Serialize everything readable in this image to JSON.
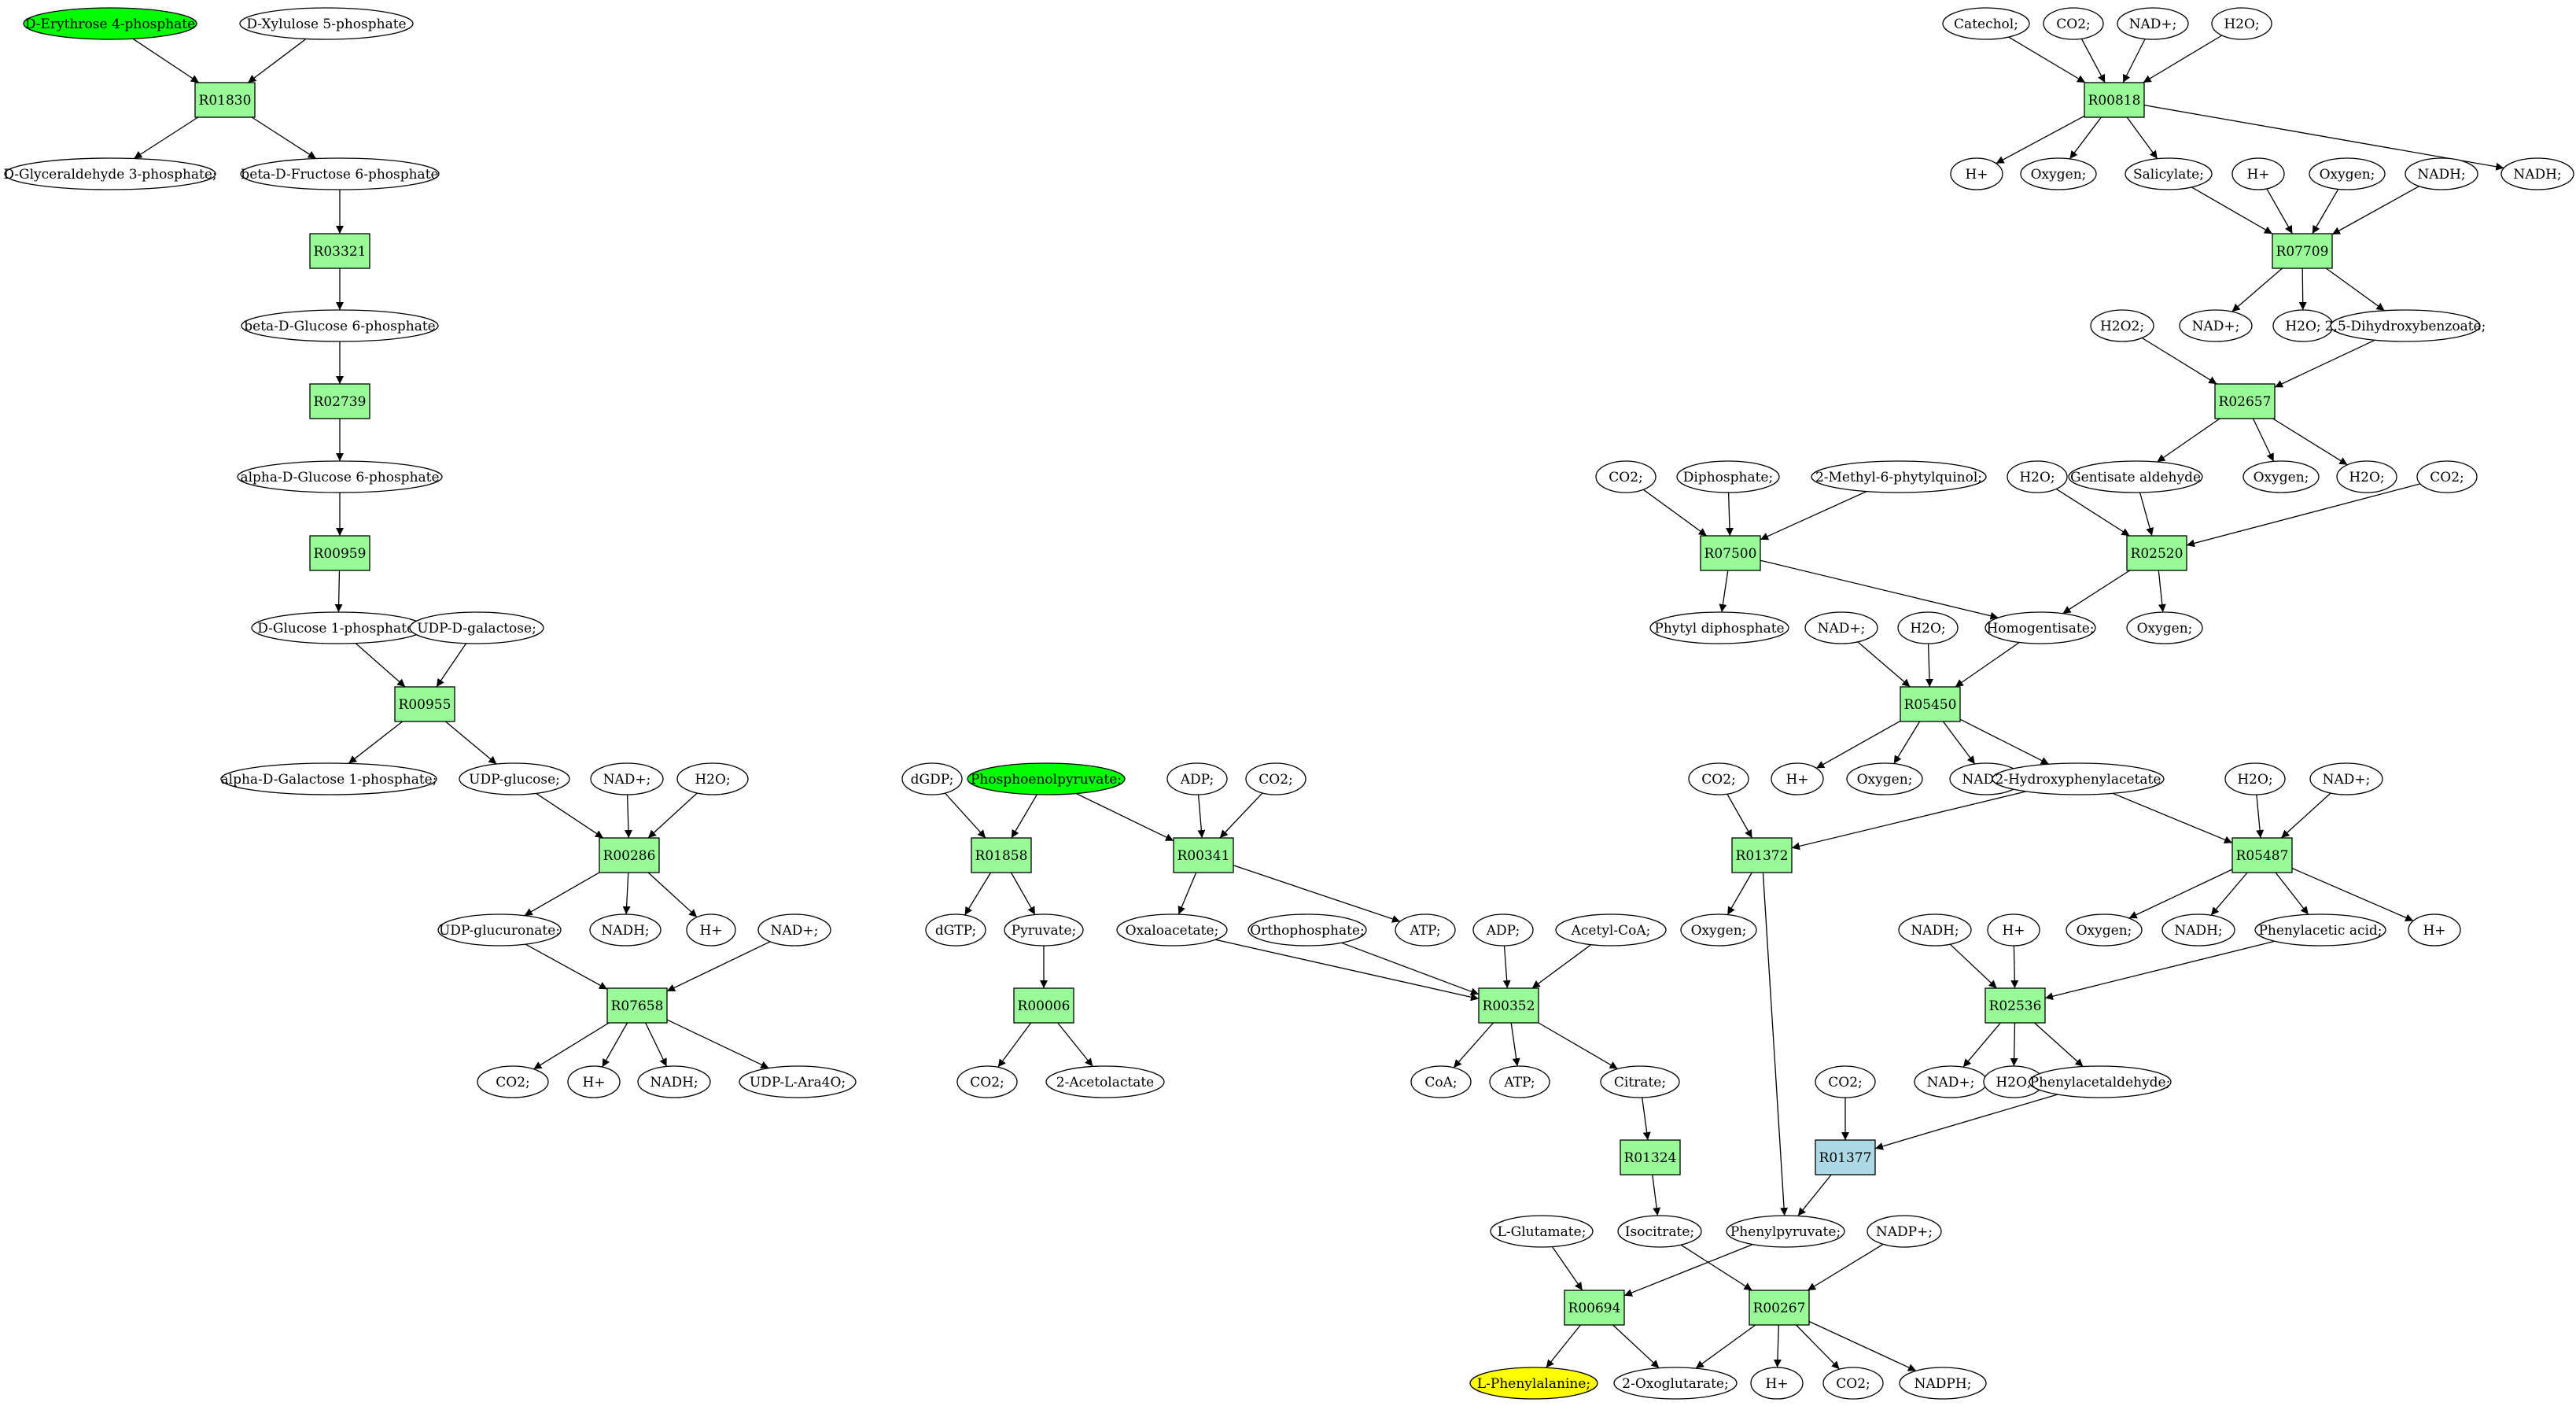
{
  "colors": {
    "metabolite_fill": "#ffffff",
    "start_fill": "#00ff00",
    "target_fill": "#ffff00",
    "reaction_fill": "#98fb98",
    "alt_reaction_fill": "#add8e6",
    "stroke": "#000000"
  },
  "nodes": [
    {
      "id": "m1",
      "kind": "metabolite",
      "label": "D-Erythrose 4-phosphate",
      "style": "start"
    },
    {
      "id": "m2",
      "kind": "metabolite",
      "label": "D-Xylulose 5-phosphate"
    },
    {
      "id": "r1",
      "kind": "reaction",
      "label": "R01830"
    },
    {
      "id": "m3",
      "kind": "metabolite",
      "label": "D-Glyceraldehyde 3-phosphate;"
    },
    {
      "id": "m4",
      "kind": "metabolite",
      "label": "beta-D-Fructose 6-phosphate"
    },
    {
      "id": "r2",
      "kind": "reaction",
      "label": "R03321"
    },
    {
      "id": "m5",
      "kind": "metabolite",
      "label": "beta-D-Glucose 6-phosphate"
    },
    {
      "id": "r3",
      "kind": "reaction",
      "label": "R02739"
    },
    {
      "id": "m6",
      "kind": "metabolite",
      "label": "alpha-D-Glucose 6-phosphate"
    },
    {
      "id": "r4",
      "kind": "reaction",
      "label": "R00959"
    },
    {
      "id": "m7",
      "kind": "metabolite",
      "label": "D-Glucose 1-phosphate;"
    },
    {
      "id": "m8",
      "kind": "metabolite",
      "label": "UDP-D-galactose;"
    },
    {
      "id": "r5",
      "kind": "reaction",
      "label": "R00955"
    },
    {
      "id": "m9",
      "kind": "metabolite",
      "label": "alpha-D-Galactose 1-phosphate;"
    },
    {
      "id": "m10",
      "kind": "metabolite",
      "label": "UDP-glucose;"
    },
    {
      "id": "m11",
      "kind": "metabolite",
      "label": "NAD+;"
    },
    {
      "id": "m12",
      "kind": "metabolite",
      "label": "H2O;"
    },
    {
      "id": "r6",
      "kind": "reaction",
      "label": "R00286"
    },
    {
      "id": "m13",
      "kind": "metabolite",
      "label": "UDP-glucuronate;"
    },
    {
      "id": "m14",
      "kind": "metabolite",
      "label": "NADH;"
    },
    {
      "id": "m15",
      "kind": "metabolite",
      "label": "H+"
    },
    {
      "id": "m16",
      "kind": "metabolite",
      "label": "NAD+;"
    },
    {
      "id": "r7",
      "kind": "reaction",
      "label": "R07658"
    },
    {
      "id": "m17",
      "kind": "metabolite",
      "label": "CO2;"
    },
    {
      "id": "m18",
      "kind": "metabolite",
      "label": "H+"
    },
    {
      "id": "m19",
      "kind": "metabolite",
      "label": "NADH;"
    },
    {
      "id": "m20",
      "kind": "metabolite",
      "label": "UDP-L-Ara4O;"
    },
    {
      "id": "m21",
      "kind": "metabolite",
      "label": "dGDP;"
    },
    {
      "id": "m22",
      "kind": "metabolite",
      "label": "Phosphoenolpyruvate;",
      "style": "start"
    },
    {
      "id": "m23",
      "kind": "metabolite",
      "label": "ADP;"
    },
    {
      "id": "m24",
      "kind": "metabolite",
      "label": "CO2;"
    },
    {
      "id": "r8",
      "kind": "reaction",
      "label": "R01858"
    },
    {
      "id": "r9",
      "kind": "reaction",
      "label": "R00341"
    },
    {
      "id": "m25",
      "kind": "metabolite",
      "label": "dGTP;"
    },
    {
      "id": "m26",
      "kind": "metabolite",
      "label": "Pyruvate;"
    },
    {
      "id": "m27",
      "kind": "metabolite",
      "label": "Oxaloacetate;"
    },
    {
      "id": "m28",
      "kind": "metabolite",
      "label": "Orthophosphate;"
    },
    {
      "id": "m29",
      "kind": "metabolite",
      "label": "ATP;"
    },
    {
      "id": "m30",
      "kind": "metabolite",
      "label": "ADP;"
    },
    {
      "id": "m31",
      "kind": "metabolite",
      "label": "Acetyl-CoA;"
    },
    {
      "id": "r10",
      "kind": "reaction",
      "label": "R00006"
    },
    {
      "id": "r11",
      "kind": "reaction",
      "label": "R00352"
    },
    {
      "id": "m32",
      "kind": "metabolite",
      "label": "CO2;"
    },
    {
      "id": "m33",
      "kind": "metabolite",
      "label": "2-Acetolactate"
    },
    {
      "id": "m34",
      "kind": "metabolite",
      "label": "CoA;"
    },
    {
      "id": "m35",
      "kind": "metabolite",
      "label": "ATP;"
    },
    {
      "id": "m36",
      "kind": "metabolite",
      "label": "Citrate;"
    },
    {
      "id": "r12",
      "kind": "reaction",
      "label": "R01324"
    },
    {
      "id": "m37",
      "kind": "metabolite",
      "label": "L-Glutamate;"
    },
    {
      "id": "m38",
      "kind": "metabolite",
      "label": "Isocitrate;"
    },
    {
      "id": "m39",
      "kind": "metabolite",
      "label": "Phenylpyruvate;"
    },
    {
      "id": "m40",
      "kind": "metabolite",
      "label": "NADP+;"
    },
    {
      "id": "r13",
      "kind": "reaction",
      "label": "R00694"
    },
    {
      "id": "r14",
      "kind": "reaction",
      "label": "R00267"
    },
    {
      "id": "m41",
      "kind": "metabolite",
      "label": "L-Phenylalanine;",
      "style": "target"
    },
    {
      "id": "m42",
      "kind": "metabolite",
      "label": "2-Oxoglutarate;"
    },
    {
      "id": "m43",
      "kind": "metabolite",
      "label": "H+"
    },
    {
      "id": "m44",
      "kind": "metabolite",
      "label": "CO2;"
    },
    {
      "id": "m45",
      "kind": "metabolite",
      "label": "NADPH;"
    },
    {
      "id": "m46",
      "kind": "metabolite",
      "label": "Catechol;"
    },
    {
      "id": "m47",
      "kind": "metabolite",
      "label": "CO2;"
    },
    {
      "id": "m48",
      "kind": "metabolite",
      "label": "NAD+;"
    },
    {
      "id": "m49",
      "kind": "metabolite",
      "label": "H2O;"
    },
    {
      "id": "r15",
      "kind": "reaction",
      "label": "R00818"
    },
    {
      "id": "m50",
      "kind": "metabolite",
      "label": "H+"
    },
    {
      "id": "m51",
      "kind": "metabolite",
      "label": "Oxygen;"
    },
    {
      "id": "m52",
      "kind": "metabolite",
      "label": "Salicylate;"
    },
    {
      "id": "m53",
      "kind": "metabolite",
      "label": "H+"
    },
    {
      "id": "m54",
      "kind": "metabolite",
      "label": "Oxygen;"
    },
    {
      "id": "m55",
      "kind": "metabolite",
      "label": "NADH;"
    },
    {
      "id": "m56",
      "kind": "metabolite",
      "label": "NADH;"
    },
    {
      "id": "r16",
      "kind": "reaction",
      "label": "R07709"
    },
    {
      "id": "m57",
      "kind": "metabolite",
      "label": "NAD+;"
    },
    {
      "id": "m58",
      "kind": "metabolite",
      "label": "H2O;"
    },
    {
      "id": "m59",
      "kind": "metabolite",
      "label": "2,5-Dihydroxybenzoate;"
    },
    {
      "id": "m60",
      "kind": "metabolite",
      "label": "H2O2;"
    },
    {
      "id": "r17",
      "kind": "reaction",
      "label": "R02657"
    },
    {
      "id": "m61",
      "kind": "metabolite",
      "label": "CO2;"
    },
    {
      "id": "m62",
      "kind": "metabolite",
      "label": "Diphosphate;"
    },
    {
      "id": "m63",
      "kind": "metabolite",
      "label": "2-Methyl-6-phytylquinol;"
    },
    {
      "id": "m64",
      "kind": "metabolite",
      "label": "H2O;"
    },
    {
      "id": "m65",
      "kind": "metabolite",
      "label": "Gentisate aldehyde"
    },
    {
      "id": "m66",
      "kind": "metabolite",
      "label": "Oxygen;"
    },
    {
      "id": "m67",
      "kind": "metabolite",
      "label": "H2O;"
    },
    {
      "id": "m68",
      "kind": "metabolite",
      "label": "CO2;"
    },
    {
      "id": "r18",
      "kind": "reaction",
      "label": "R07500"
    },
    {
      "id": "r19",
      "kind": "reaction",
      "label": "R02520"
    },
    {
      "id": "m69",
      "kind": "metabolite",
      "label": "Phytyl diphosphate"
    },
    {
      "id": "m70",
      "kind": "metabolite",
      "label": "NAD+;"
    },
    {
      "id": "m71",
      "kind": "metabolite",
      "label": "H2O;"
    },
    {
      "id": "m72",
      "kind": "metabolite",
      "label": "Homogentisate;"
    },
    {
      "id": "m73",
      "kind": "metabolite",
      "label": "Oxygen;"
    },
    {
      "id": "r20",
      "kind": "reaction",
      "label": "R05450"
    },
    {
      "id": "m74",
      "kind": "metabolite",
      "label": "H+"
    },
    {
      "id": "m75",
      "kind": "metabolite",
      "label": "Oxygen;"
    },
    {
      "id": "m76",
      "kind": "metabolite",
      "label": "NADH;"
    },
    {
      "id": "m77",
      "kind": "metabolite",
      "label": "2-Hydroxyphenylacetate"
    },
    {
      "id": "m78",
      "kind": "metabolite",
      "label": "CO2;"
    },
    {
      "id": "m79",
      "kind": "metabolite",
      "label": "H2O;"
    },
    {
      "id": "m80",
      "kind": "metabolite",
      "label": "NAD+;"
    },
    {
      "id": "r21",
      "kind": "reaction",
      "label": "R01372"
    },
    {
      "id": "r22",
      "kind": "reaction",
      "label": "R05487"
    },
    {
      "id": "m81",
      "kind": "metabolite",
      "label": "Oxygen;"
    },
    {
      "id": "m82",
      "kind": "metabolite",
      "label": "Oxygen;"
    },
    {
      "id": "m83",
      "kind": "metabolite",
      "label": "NADH;"
    },
    {
      "id": "m84",
      "kind": "metabolite",
      "label": "Phenylacetic acid;"
    },
    {
      "id": "m85",
      "kind": "metabolite",
      "label": "H+"
    },
    {
      "id": "m86",
      "kind": "metabolite",
      "label": "NADH;"
    },
    {
      "id": "m87",
      "kind": "metabolite",
      "label": "H+"
    },
    {
      "id": "r23",
      "kind": "reaction",
      "label": "R02536"
    },
    {
      "id": "m88",
      "kind": "metabolite",
      "label": "NAD+;"
    },
    {
      "id": "m89",
      "kind": "metabolite",
      "label": "H2O;"
    },
    {
      "id": "m90",
      "kind": "metabolite",
      "label": "Phenylacetaldehyde;"
    },
    {
      "id": "m91",
      "kind": "metabolite",
      "label": "CO2;"
    },
    {
      "id": "r24",
      "kind": "reaction",
      "label": "R01377",
      "style": "alt"
    }
  ],
  "edges": [
    [
      "m1",
      "r1"
    ],
    [
      "m2",
      "r1"
    ],
    [
      "r1",
      "m3"
    ],
    [
      "r1",
      "m4"
    ],
    [
      "m4",
      "r2"
    ],
    [
      "r2",
      "m5"
    ],
    [
      "m5",
      "r3"
    ],
    [
      "r3",
      "m6"
    ],
    [
      "m6",
      "r4"
    ],
    [
      "r4",
      "m7"
    ],
    [
      "m7",
      "r5"
    ],
    [
      "m8",
      "r5"
    ],
    [
      "r5",
      "m9"
    ],
    [
      "r5",
      "m10"
    ],
    [
      "m10",
      "r6"
    ],
    [
      "m11",
      "r6"
    ],
    [
      "m12",
      "r6"
    ],
    [
      "r6",
      "m13"
    ],
    [
      "r6",
      "m14"
    ],
    [
      "r6",
      "m15"
    ],
    [
      "m13",
      "r7"
    ],
    [
      "m16",
      "r7"
    ],
    [
      "r7",
      "m17"
    ],
    [
      "r7",
      "m18"
    ],
    [
      "r7",
      "m19"
    ],
    [
      "r7",
      "m20"
    ],
    [
      "m21",
      "r8"
    ],
    [
      "m22",
      "r8"
    ],
    [
      "m22",
      "r9"
    ],
    [
      "m23",
      "r9"
    ],
    [
      "m24",
      "r9"
    ],
    [
      "r8",
      "m25"
    ],
    [
      "r8",
      "m26"
    ],
    [
      "m26",
      "r10"
    ],
    [
      "r10",
      "m32"
    ],
    [
      "r10",
      "m33"
    ],
    [
      "r9",
      "m27"
    ],
    [
      "r9",
      "m29"
    ],
    [
      "m27",
      "r11"
    ],
    [
      "m28",
      "r11"
    ],
    [
      "m30",
      "r11"
    ],
    [
      "m31",
      "r11"
    ],
    [
      "r11",
      "m34"
    ],
    [
      "r11",
      "m35"
    ],
    [
      "r11",
      "m36"
    ],
    [
      "m36",
      "r12"
    ],
    [
      "r12",
      "m38"
    ],
    [
      "m38",
      "r14"
    ],
    [
      "m40",
      "r14"
    ],
    [
      "r14",
      "m42"
    ],
    [
      "r14",
      "m43"
    ],
    [
      "r14",
      "m44"
    ],
    [
      "r14",
      "m45"
    ],
    [
      "m37",
      "r13"
    ],
    [
      "m39",
      "r13"
    ],
    [
      "r13",
      "m41"
    ],
    [
      "r13",
      "m42"
    ],
    [
      "m46",
      "r15"
    ],
    [
      "m47",
      "r15"
    ],
    [
      "m48",
      "r15"
    ],
    [
      "m49",
      "r15"
    ],
    [
      "r15",
      "m50"
    ],
    [
      "r15",
      "m51"
    ],
    [
      "r15",
      "m52"
    ],
    [
      "r15",
      "m56"
    ],
    [
      "m52",
      "r16"
    ],
    [
      "m53",
      "r16"
    ],
    [
      "m54",
      "r16"
    ],
    [
      "m55",
      "r16"
    ],
    [
      "r16",
      "m57"
    ],
    [
      "r16",
      "m58"
    ],
    [
      "r16",
      "m59"
    ],
    [
      "m59",
      "r17"
    ],
    [
      "m60",
      "r17"
    ],
    [
      "r17",
      "m65"
    ],
    [
      "r17",
      "m66"
    ],
    [
      "r17",
      "m67"
    ],
    [
      "m64",
      "r19"
    ],
    [
      "m65",
      "r19"
    ],
    [
      "m68",
      "r19"
    ],
    [
      "r19",
      "m72"
    ],
    [
      "r19",
      "m73"
    ],
    [
      "m61",
      "r18"
    ],
    [
      "m62",
      "r18"
    ],
    [
      "m63",
      "r18"
    ],
    [
      "r18",
      "m69"
    ],
    [
      "r18",
      "m72"
    ],
    [
      "m70",
      "r20"
    ],
    [
      "m71",
      "r20"
    ],
    [
      "m72",
      "r20"
    ],
    [
      "r20",
      "m74"
    ],
    [
      "r20",
      "m75"
    ],
    [
      "r20",
      "m76"
    ],
    [
      "r20",
      "m77"
    ],
    [
      "m77",
      "r21"
    ],
    [
      "m78",
      "r21"
    ],
    [
      "r21",
      "m81"
    ],
    [
      "r21",
      "m39"
    ],
    [
      "m77",
      "r22"
    ],
    [
      "m79",
      "r22"
    ],
    [
      "m80",
      "r22"
    ],
    [
      "r22",
      "m82"
    ],
    [
      "r22",
      "m83"
    ],
    [
      "r22",
      "m84"
    ],
    [
      "r22",
      "m85"
    ],
    [
      "m84",
      "r23"
    ],
    [
      "m86",
      "r23"
    ],
    [
      "m87",
      "r23"
    ],
    [
      "r23",
      "m88"
    ],
    [
      "r23",
      "m89"
    ],
    [
      "r23",
      "m90"
    ],
    [
      "m90",
      "r24"
    ],
    [
      "m91",
      "r24"
    ],
    [
      "r24",
      "m39"
    ]
  ]
}
